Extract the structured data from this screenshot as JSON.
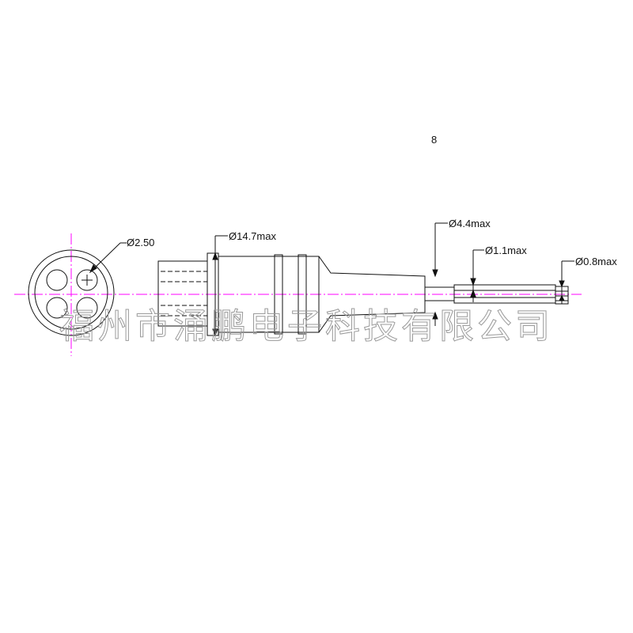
{
  "top_mark": "8",
  "dimensions": {
    "pin_diameter": "Ø2.50",
    "housing_diameter": "Ø14.7max",
    "cable_diameter": "Ø4.4max",
    "core_diameter": "Ø1.1max",
    "conductor_diameter": "Ø0.8max"
  },
  "watermark": "福州市涌鹏电子科技有限公司",
  "colors": {
    "outline": "#111111",
    "centerline": "#ff00ff",
    "watermark": "#9a9a9a"
  }
}
